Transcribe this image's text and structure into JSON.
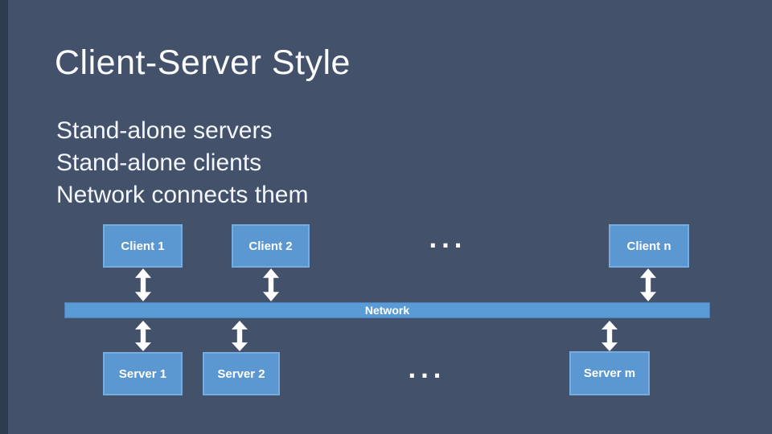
{
  "slide": {
    "title": "Client-Server Style",
    "bullets": [
      "Stand-alone servers",
      "Stand-alone clients",
      "Network connects them"
    ]
  },
  "diagram": {
    "clients": [
      {
        "label": "Client 1"
      },
      {
        "label": "Client 2"
      },
      {
        "label": "Client n"
      }
    ],
    "servers": [
      {
        "label": "Server 1"
      },
      {
        "label": "Server 2"
      },
      {
        "label": "Server m"
      }
    ],
    "network_label": "Network",
    "ellipsis": "...",
    "colors": {
      "background": "#44516A",
      "left_strip": "#2E3B50",
      "box_fill": "#5B97D0",
      "box_border": "#76ACDE",
      "network_fill": "#5B9BD5",
      "text": "#FFFFFF",
      "arrow": "#FFFFFF"
    }
  }
}
